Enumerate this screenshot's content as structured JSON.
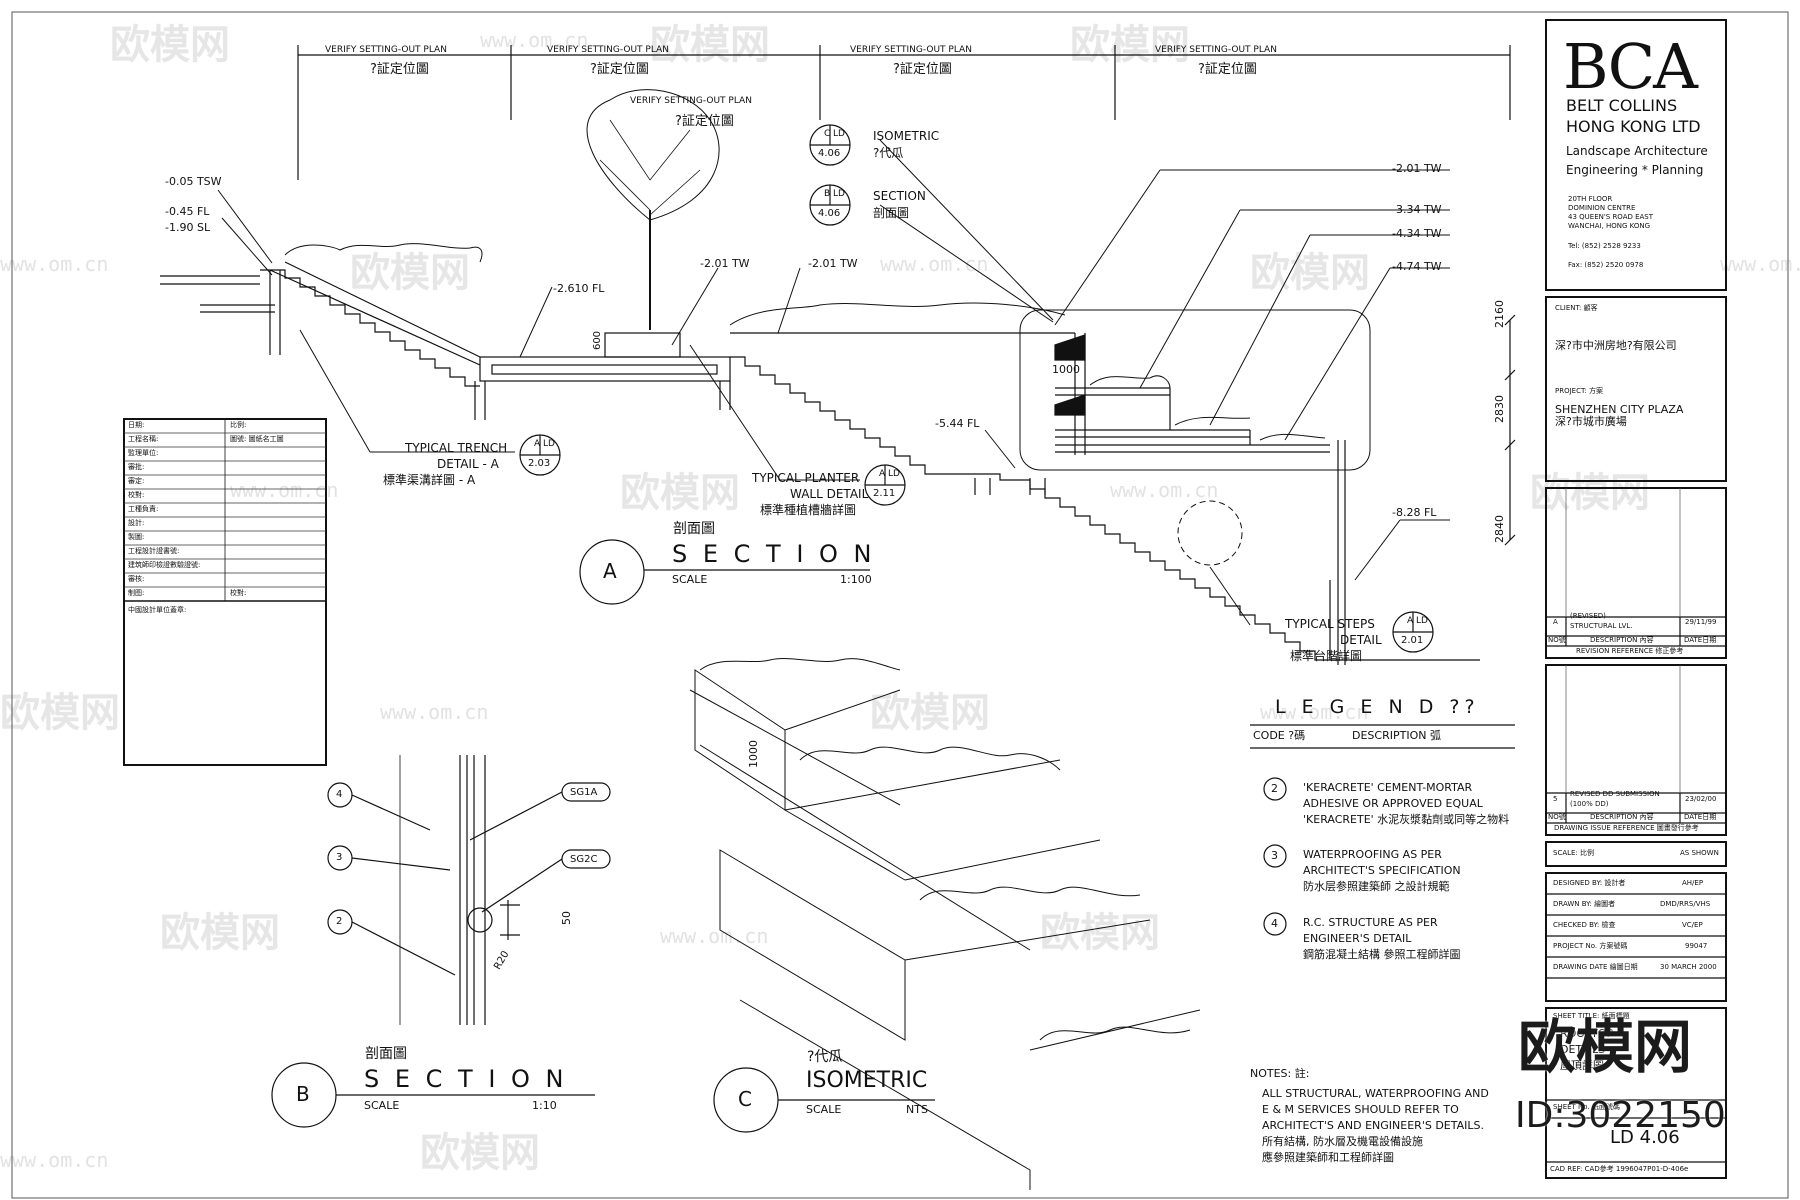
{
  "title_block": {
    "logo": "BCA",
    "company_line1": "BELT COLLINS",
    "company_line2": "HONG KONG LTD",
    "discipline_line1": "Landscape Architecture",
    "discipline_line2": "Engineering * Planning",
    "address": [
      "20TH FLOOR",
      "DOMINION CENTRE",
      "43 QUEEN'S ROAD EAST",
      "WANCHAI, HONG KONG"
    ],
    "tel": "Tel:  (852) 2528 9233",
    "fax": "Fax:  (852) 2520 0978",
    "client_label": "CLIENT:  顧客",
    "client_name": "深?市中洲房地?有限公司",
    "project_label": "PROJECT:  方案",
    "project_name_en": "SHENZHEN CITY PLAZA",
    "project_name_cn": "深?市城市廣場",
    "revision_row": {
      "no": "A",
      "desc1": "(REVISED)",
      "desc2": "STRUCTURAL LVL.",
      "date": "29/11/99"
    },
    "revision_header": {
      "no": "NO號",
      "desc": "DESCRIPTION 內容",
      "date": "DATE日期"
    },
    "revision_title": "REVISION REFERENCE 修正參考",
    "issue_row": {
      "no": "5",
      "desc1": "REVISED DD SUBMISSION",
      "desc2": "(100% DD)",
      "date": "23/02/00"
    },
    "issue_header": {
      "no": "NO號",
      "desc": "DESCRIPTION 內容",
      "date": "DATE日期"
    },
    "issue_title": "DRAWING ISSUE REFERENCE 圖畫發行參考",
    "fields": [
      {
        "label": "SCALE: 比例",
        "value": "AS SHOWN"
      },
      {
        "label": "DESIGNED BY: 設計者",
        "value": "AH/EP"
      },
      {
        "label": "DRAWN BY: 繪圖者",
        "value": "DMD/RRS/VHS"
      },
      {
        "label": "CHECKED BY: 檢查",
        "value": "VC/EP"
      },
      {
        "label": "PROJECT No. 方案號碼",
        "value": "99047"
      },
      {
        "label": "DRAWING DATE 繪圖日期",
        "value": "30 MARCH 2000"
      }
    ],
    "sheet_title_label": "SHEET TITLE: 紙面標題",
    "sheet_title_lines": [
      "ROOFTOP",
      "DETAILS",
      "屋頂詳圖"
    ],
    "sheet_no_label": "SHEET No. 紙面號碼",
    "sheet_no": "LD 4.06",
    "cad_ref": "CAD REF:  CAD參考    1996047P01-D-406e"
  },
  "section_a": {
    "verify_labels": [
      "VERIFY SETTING-OUT PLAN",
      "VERIFY SETTING-OUT PLAN",
      "VERIFY SETTING-OUT PLAN",
      "VERIFY SETTING-OUT PLAN",
      "VERIFY SETTING-OUT PLAN"
    ],
    "verify_cn": "?証定位圖",
    "levels": [
      "-0.05 TSW",
      "-0.45 FL",
      "-1.90 SL",
      "-2.610 FL",
      "-2.01 TW",
      "-2.01 TW",
      "-5.44 FL",
      "-2.01 TW",
      "-3.34 TW",
      "-4.34 TW",
      "-4.74 TW",
      "-8.28 FL"
    ],
    "dimensions": [
      "600",
      "1000",
      "2160",
      "2830",
      "2840"
    ],
    "callouts": [
      {
        "ref": "C",
        "sheet": "LD",
        "num": "4.06",
        "en": "ISOMETRIC",
        "cn": "?代瓜"
      },
      {
        "ref": "B",
        "sheet": "LD",
        "num": "4.06",
        "en": "SECTION",
        "cn": "剖面圖"
      },
      {
        "ref": "A",
        "sheet": "LD",
        "num": "2.03",
        "en1": "TYPICAL TRENCH",
        "en2": "DETAIL  -  A",
        "cn": "標準渠溝詳圖   -  A"
      },
      {
        "ref": "A",
        "sheet": "LD",
        "num": "2.11",
        "en1": "TYPICAL PLANTER",
        "en2": "WALL DETAIL",
        "cn": "標準種植槽牆詳圖"
      },
      {
        "ref": "A",
        "sheet": "LD",
        "num": "2.01",
        "en1": "TYPICAL STEPS",
        "en2": "DETAIL",
        "cn": "標準台階詳圖"
      }
    ],
    "title_cn": "剖面圖",
    "title": "S E C T I O N",
    "letter": "A",
    "scale_label": "SCALE",
    "scale": "1:100"
  },
  "section_b": {
    "letter": "B",
    "title_cn": "剖面圖",
    "title": "S E C T I O N",
    "scale_label": "SCALE",
    "scale": "1:10",
    "tags": [
      "4",
      "3",
      "2"
    ],
    "codes": [
      "SG1A",
      "SG2C"
    ],
    "dims": [
      "50",
      "R20"
    ]
  },
  "section_c": {
    "letter": "C",
    "title_cn": "?代瓜",
    "title": "ISOMETRIC",
    "scale_label": "SCALE",
    "scale": "NTS",
    "dim": "1000"
  },
  "legend": {
    "title": "L E G E N D ??",
    "code_header": "CODE ?碼",
    "desc_header": "DESCRIPTION  弧",
    "items": [
      {
        "code": "2",
        "lines": [
          "'KERACRETE' CEMENT-MORTAR",
          "ADHESIVE OR APPROVED EQUAL",
          "'KERACRETE' 水泥灰漿黏劑或同等之物料"
        ]
      },
      {
        "code": "3",
        "lines": [
          "WATERPROOFING AS PER",
          "ARCHITECT'S SPECIFICATION",
          "防水层参照建築師  之設計規範"
        ]
      },
      {
        "code": "4",
        "lines": [
          "R.C. STRUCTURE AS PER",
          "ENGINEER'S DETAIL",
          "鋼筋混凝土結構  參照工程師詳圖"
        ]
      }
    ]
  },
  "notes": {
    "heading": "NOTES:  註:",
    "lines": [
      "ALL STRUCTURAL, WATERPROOFING AND",
      "E & M SERVICES SHOULD REFER TO",
      "ARCHITECT'S AND ENGINEER'S DETAILS.",
      "所有結構, 防水層及機電設備設施",
      "應參照建築師和工程師詳圖"
    ]
  },
  "stamp_table": {
    "rows": [
      {
        "label": "日期:",
        "value": "比例:"
      },
      {
        "label": "工程名稱:",
        "value": "圖號:      圖紙名工圖"
      },
      {
        "label": "監理單位:",
        "value": ""
      },
      {
        "label": "審批:",
        "value": ""
      },
      {
        "label": "審定:",
        "value": ""
      },
      {
        "label": "校對:",
        "value": ""
      },
      {
        "label": "工種負責:",
        "value": ""
      },
      {
        "label": "設計:",
        "value": ""
      },
      {
        "label": "製圖:",
        "value": ""
      },
      {
        "label": "工程設計證書號:",
        "value": ""
      },
      {
        "label": "建筑師印檢證數驗證號:",
        "value": ""
      },
      {
        "label": "審核:",
        "value": ""
      },
      {
        "label": "制图:",
        "value": "校對:"
      }
    ],
    "footer": "中國設計單位蓋章:"
  },
  "watermarks": {
    "brand": "欧模网",
    "url": "www.om.cn",
    "id": "ID:3022150"
  }
}
